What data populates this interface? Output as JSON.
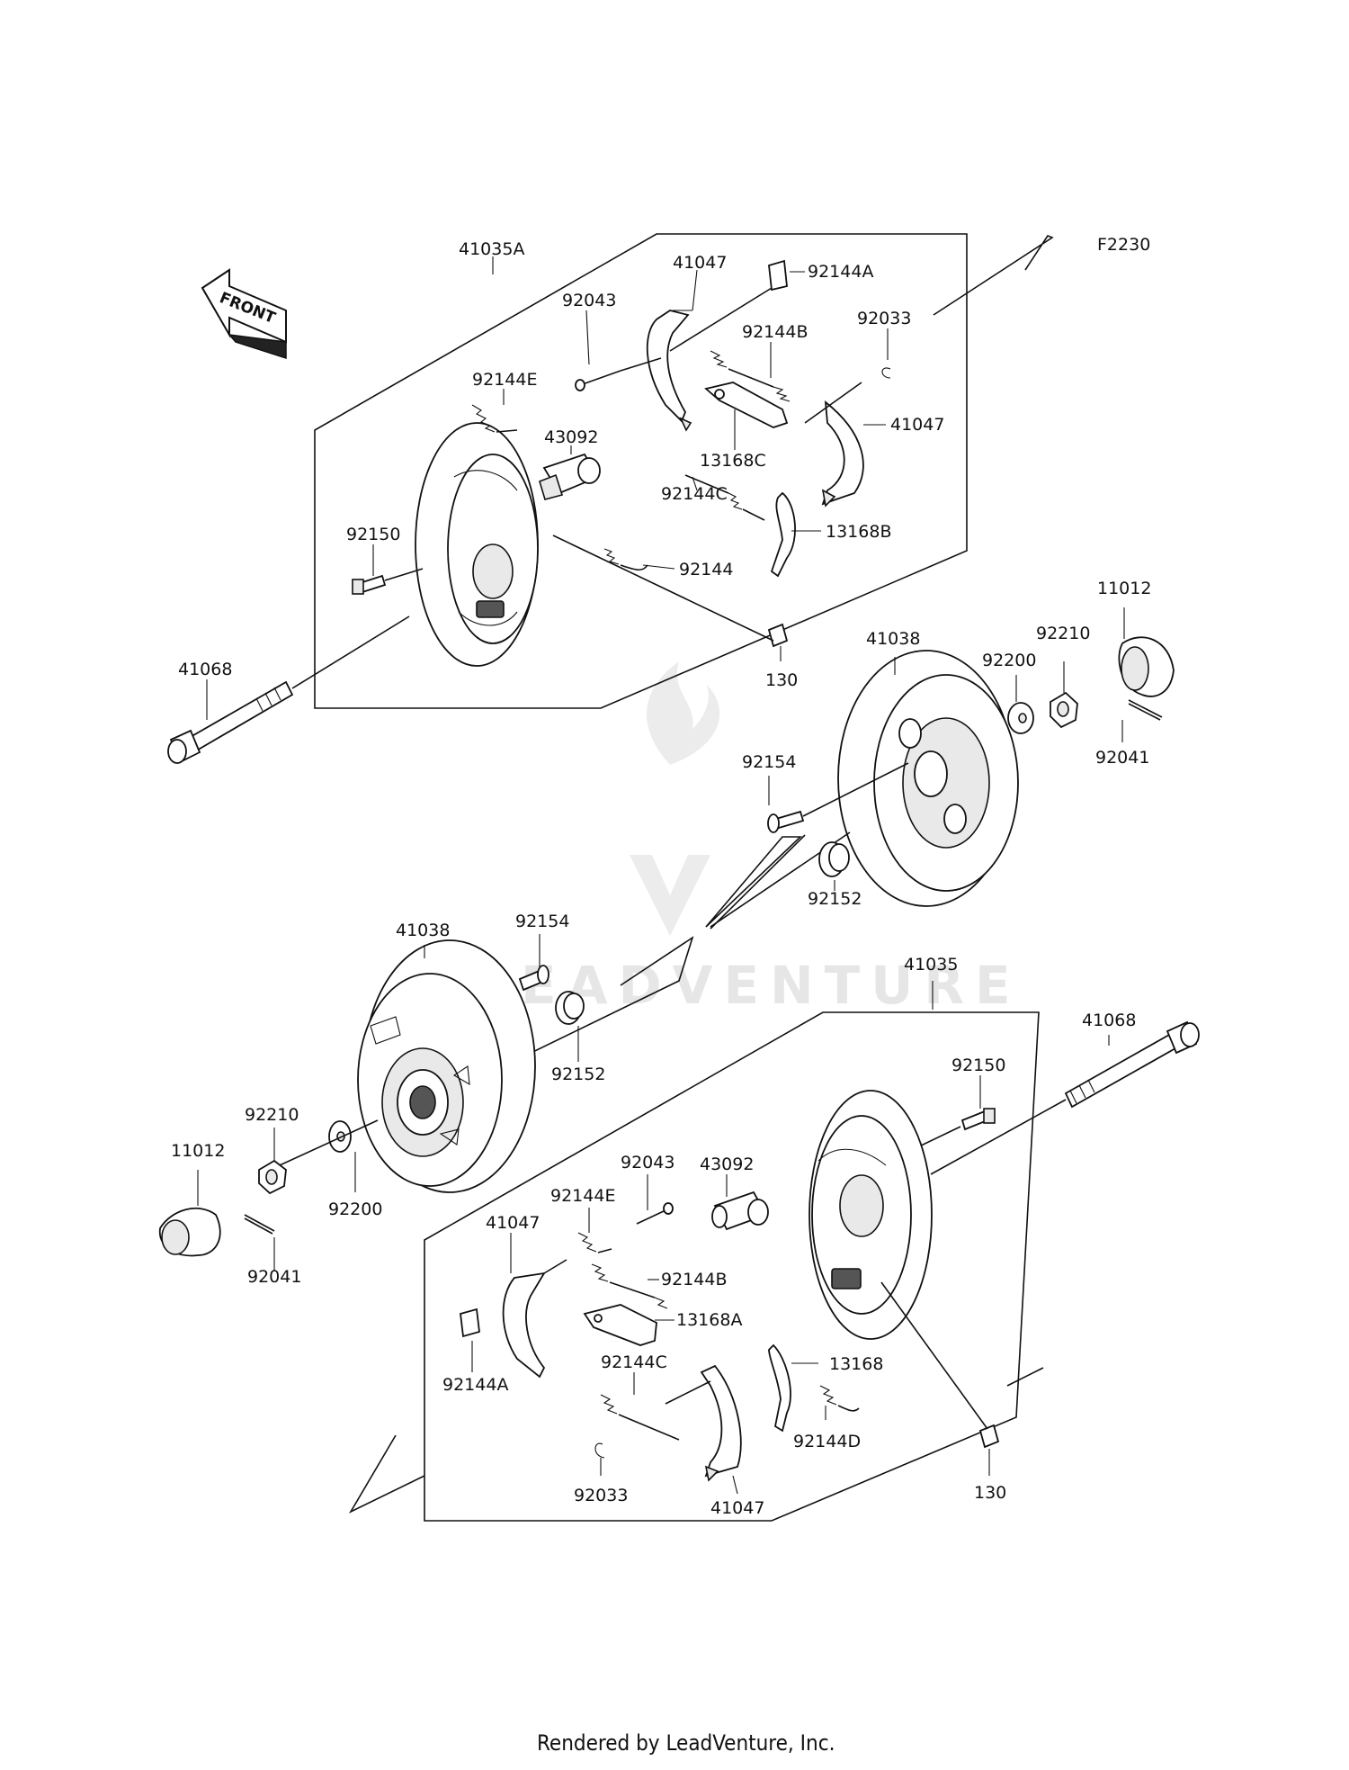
{
  "diagram": {
    "code": "F2230",
    "front_label": "FRONT",
    "watermark": "LEADVENTURE",
    "footer": "Rendered by LeadVenture, Inc."
  },
  "labels": {
    "l41035A": "41035A",
    "l41047a": "41047",
    "l92144Aa": "92144A",
    "l92043a": "92043",
    "l92144Ba": "92144B",
    "l92033a": "92033",
    "l92144Ea": "92144E",
    "l43092a": "43092",
    "l13168C": "13168C",
    "l41047b": "41047",
    "l92144Ca": "92144C",
    "l13168B": "13168B",
    "l92150a": "92150",
    "l92144": "92144",
    "l130a": "130",
    "l41068a": "41068",
    "l41038a": "41038",
    "l92200a": "92200",
    "l92210a": "92210",
    "l11012a": "11012",
    "l92041a": "92041",
    "l92154a": "92154",
    "l92152a": "92152",
    "l41038b": "41038",
    "l92154b": "92154",
    "l92152b": "92152",
    "l41035": "41035",
    "l41068b": "41068",
    "l92150b": "92150",
    "l92210b": "92210",
    "l11012b": "11012",
    "l92200b": "92200",
    "l92041b": "92041",
    "l92043b": "92043",
    "l43092b": "43092",
    "l92144Eb": "92144E",
    "l41047c": "41047",
    "l92144Bb": "92144B",
    "l13168A": "13168A",
    "l92144Ab": "92144A",
    "l92144Cb": "92144C",
    "l13168": "13168",
    "l92144D": "92144D",
    "l92033b": "92033",
    "l41047d": "41047",
    "l130b": "130"
  }
}
